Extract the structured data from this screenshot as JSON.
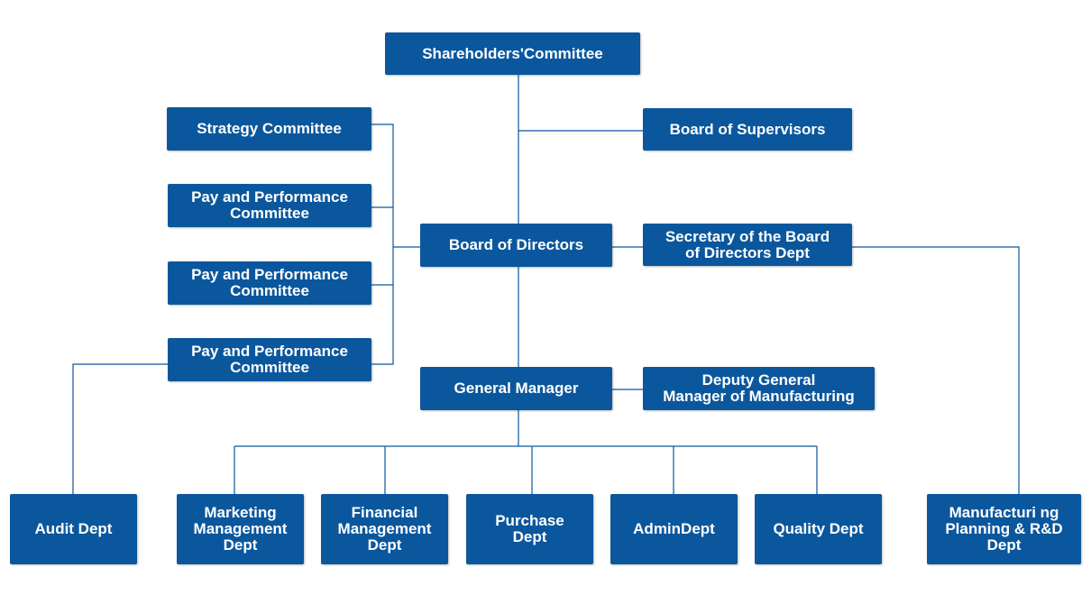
{
  "colors": {
    "box_fill": "#0b579d",
    "box_text": "#ffffff",
    "connector": "#0b579d",
    "background": "#ffffff"
  },
  "nodes": {
    "shareholders": "Shareholders'Committee",
    "board_of_supervisors": "Board of Supervisors",
    "strategy_committee": "Strategy Committee",
    "pay_committee_1": "Pay and Performance\nCommittee",
    "pay_committee_2": "Pay and Performance\nCommittee",
    "pay_committee_3": "Pay and Performance\nCommittee",
    "board_of_directors": "Board of Directors",
    "secretary_board": "Secretary of the Board\nof Directors Dept",
    "general_manager": "General Manager",
    "deputy_gm": "Deputy General\nManager of Manufacturing",
    "audit_dept": "Audit Dept",
    "marketing_dept": "Marketing\nManagement\nDept",
    "financial_dept": "Financial\nManagement\nDept",
    "purchase_dept": "Purchase\nDept",
    "admin_dept": "AdminDept",
    "quality_dept": "Quality Dept",
    "manufacturing_dept": "Manufacturi ng\nPlanning & R&D\nDept"
  }
}
